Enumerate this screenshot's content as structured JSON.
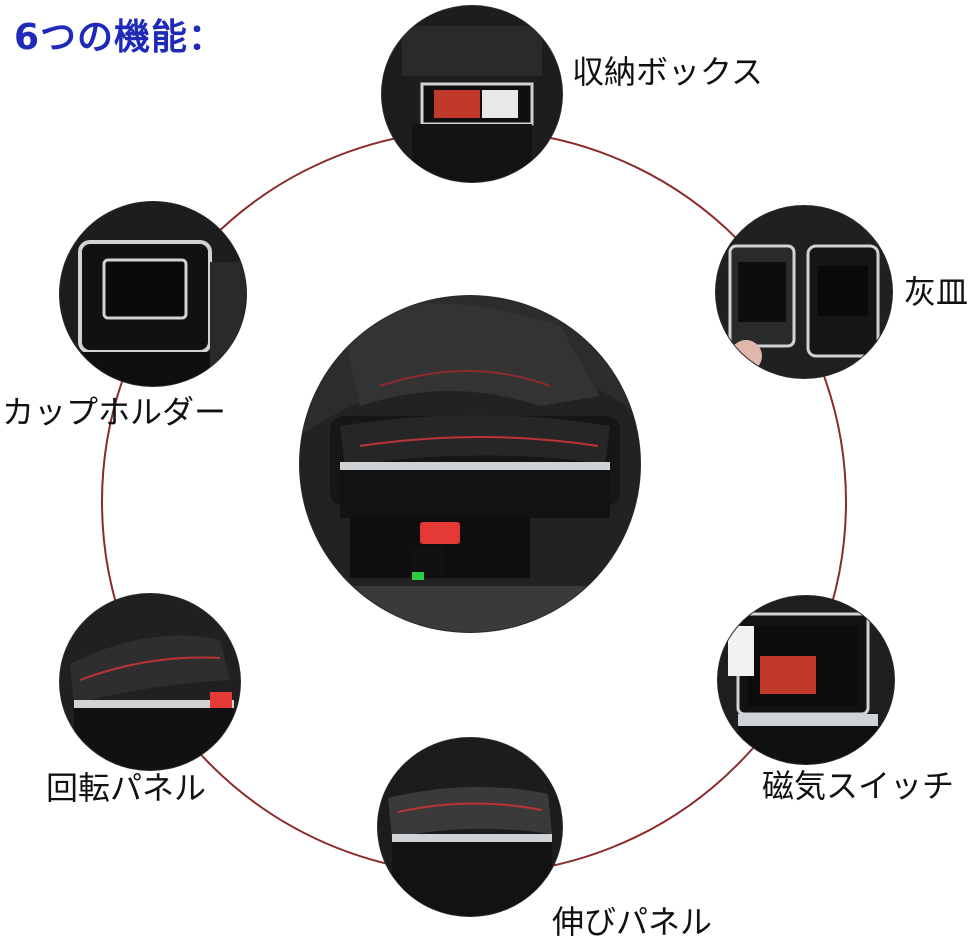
{
  "title": "6つの機能：",
  "features": [
    {
      "label": "収納ボックス",
      "scene": "storage-box"
    },
    {
      "label": "灰皿",
      "scene": "ashtray"
    },
    {
      "label": "磁気スイッチ",
      "scene": "magnetic-switch"
    },
    {
      "label": "伸びパネル",
      "scene": "extending-panel"
    },
    {
      "label": "回転パネル",
      "scene": "rotating-panel"
    },
    {
      "label": "カップホルダー",
      "scene": "cup-holder"
    }
  ],
  "center": {
    "scene": "armrest-console"
  },
  "colors": {
    "title": "#1f2bb8",
    "ring": "#8b2a2a",
    "leather": "#1b1b1b",
    "stitch": "#c0392b",
    "chrome": "#cfd3d6",
    "accent": "#e53935",
    "led": "#2ecc40"
  }
}
